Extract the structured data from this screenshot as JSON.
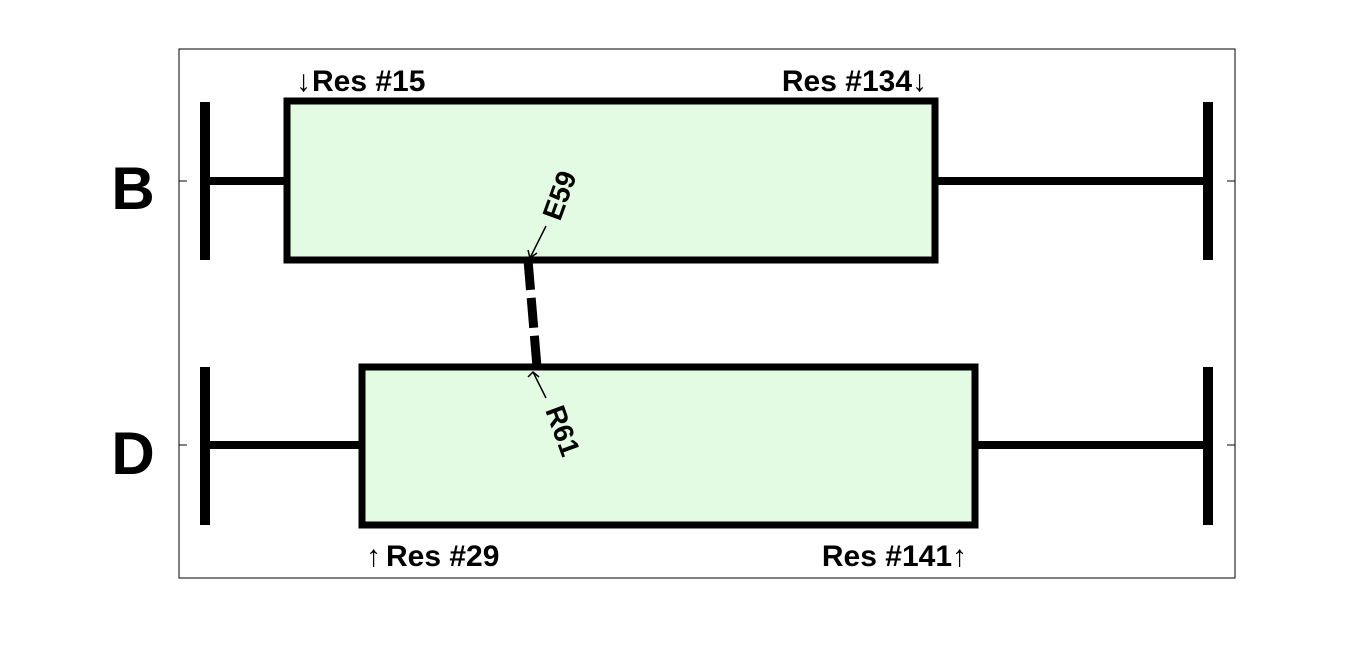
{
  "diagram": {
    "chains": [
      {
        "id": "B",
        "label": "B",
        "start_label": "Res #15",
        "end_label": "Res #134",
        "start_arrow": "↓",
        "end_arrow": "↓"
      },
      {
        "id": "D",
        "label": "D",
        "start_label": "Res #29",
        "end_label": "Res #141",
        "start_arrow": "↑",
        "end_arrow": "↑"
      }
    ],
    "contact": {
      "from_residue": "E59",
      "to_residue": "R61",
      "line_style": "dashed"
    },
    "colors": {
      "box_fill": "#e2fbe2",
      "stroke": "#000000"
    }
  }
}
